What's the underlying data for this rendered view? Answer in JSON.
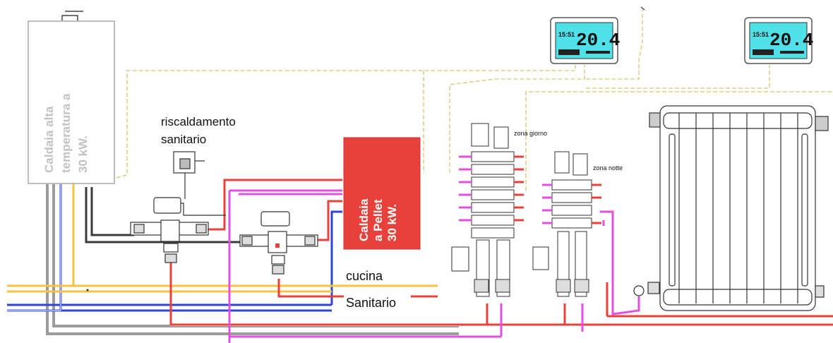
{
  "labels": {
    "boiler_high_temp": [
      "Caldaia alta",
      "temperatura a",
      "30 kW."
    ],
    "heating_dhw": [
      "riscaldamento",
      "sanitario"
    ],
    "pellet_boiler": [
      "Caldaia",
      "a Pellet",
      "30 kW."
    ],
    "kitchen": "cucina",
    "sanitary": "Sanitario",
    "zone_day": "zona giorno",
    "zone_night": "zona notte"
  },
  "thermostats": [
    {
      "time": "15:51",
      "temp": "20.4"
    },
    {
      "time": "15:51",
      "temp": "20.4"
    }
  ],
  "colors": {
    "hot": "#e8413c",
    "cold": "#2f43d8",
    "dhw": "#f5c242",
    "pink": "#e14fe1",
    "dark": "#3a3a3a",
    "control": "#d8d18a",
    "pellet_fill": "#e8413c",
    "display": "#4fe0e8"
  }
}
